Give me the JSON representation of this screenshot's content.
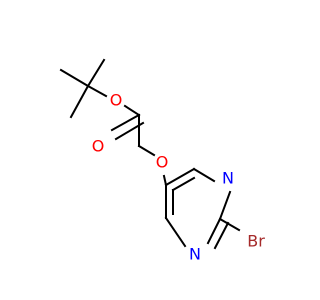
{
  "molecule": {
    "atoms": {
      "o_ester": "O",
      "o_carbonyl": "O",
      "o_ether": "O",
      "n_upper": "N",
      "n_lower": "N",
      "br": "Br"
    }
  },
  "colors": {
    "oxygen": "#ff0000",
    "nitrogen": "#0000ff",
    "bromine": "#a52a2a",
    "bond": "#000000"
  }
}
